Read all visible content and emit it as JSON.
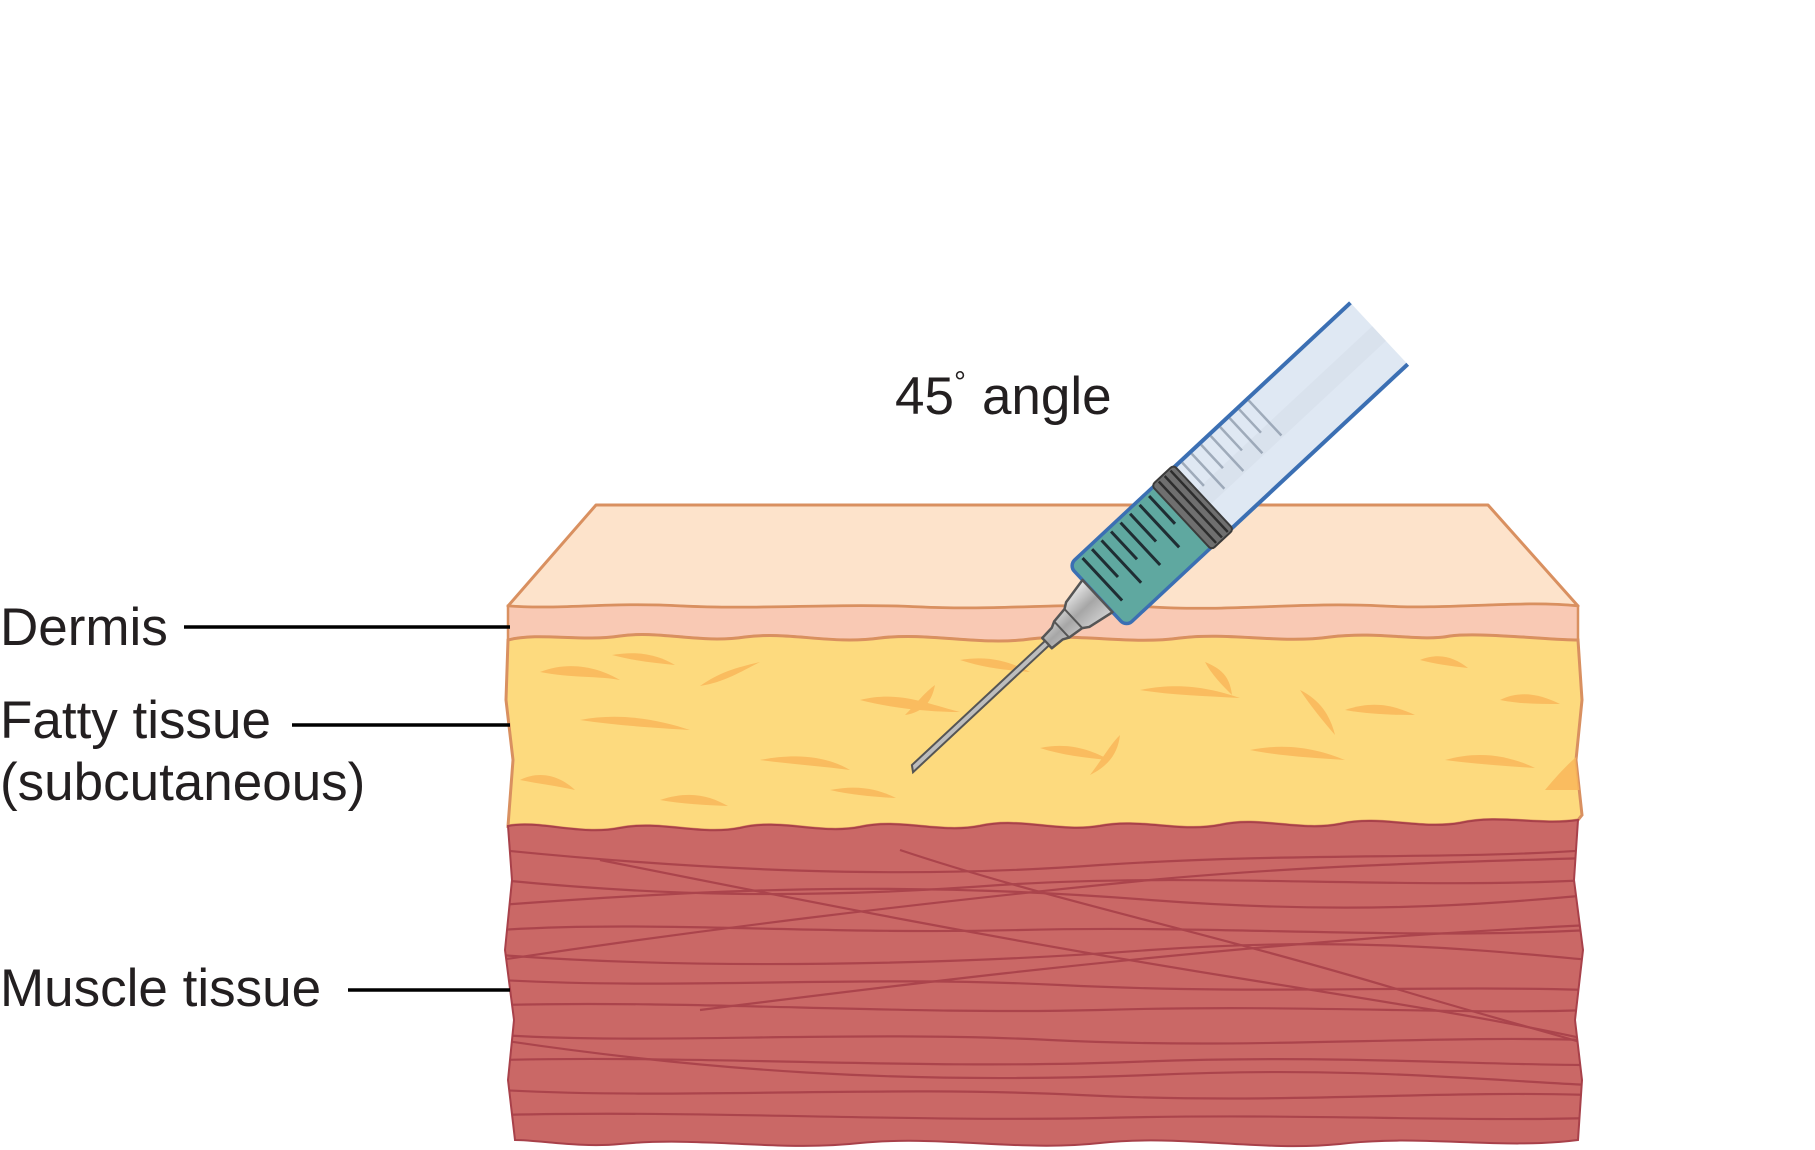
{
  "annotation": {
    "angle_value": "45",
    "degree_mark": "°",
    "angle_word": "angle"
  },
  "labels": {
    "dermis": "Dermis",
    "fatty_line1": "Fatty tissue",
    "fatty_line2": "(subcutaneous)",
    "muscle": "Muscle tissue"
  },
  "colors": {
    "epidermis_top": "#fde3cb",
    "dermis": "#f9c9b4",
    "fat": "#fdda7e",
    "fat_streaks": "#f9b75a",
    "muscle": "#ca6866",
    "muscle_fibers": "#a8414a",
    "outline": "#d99060",
    "syringe_liquid": "#5fa8a0",
    "syringe_outline": "#3b6fb3",
    "needle": "#555555"
  }
}
